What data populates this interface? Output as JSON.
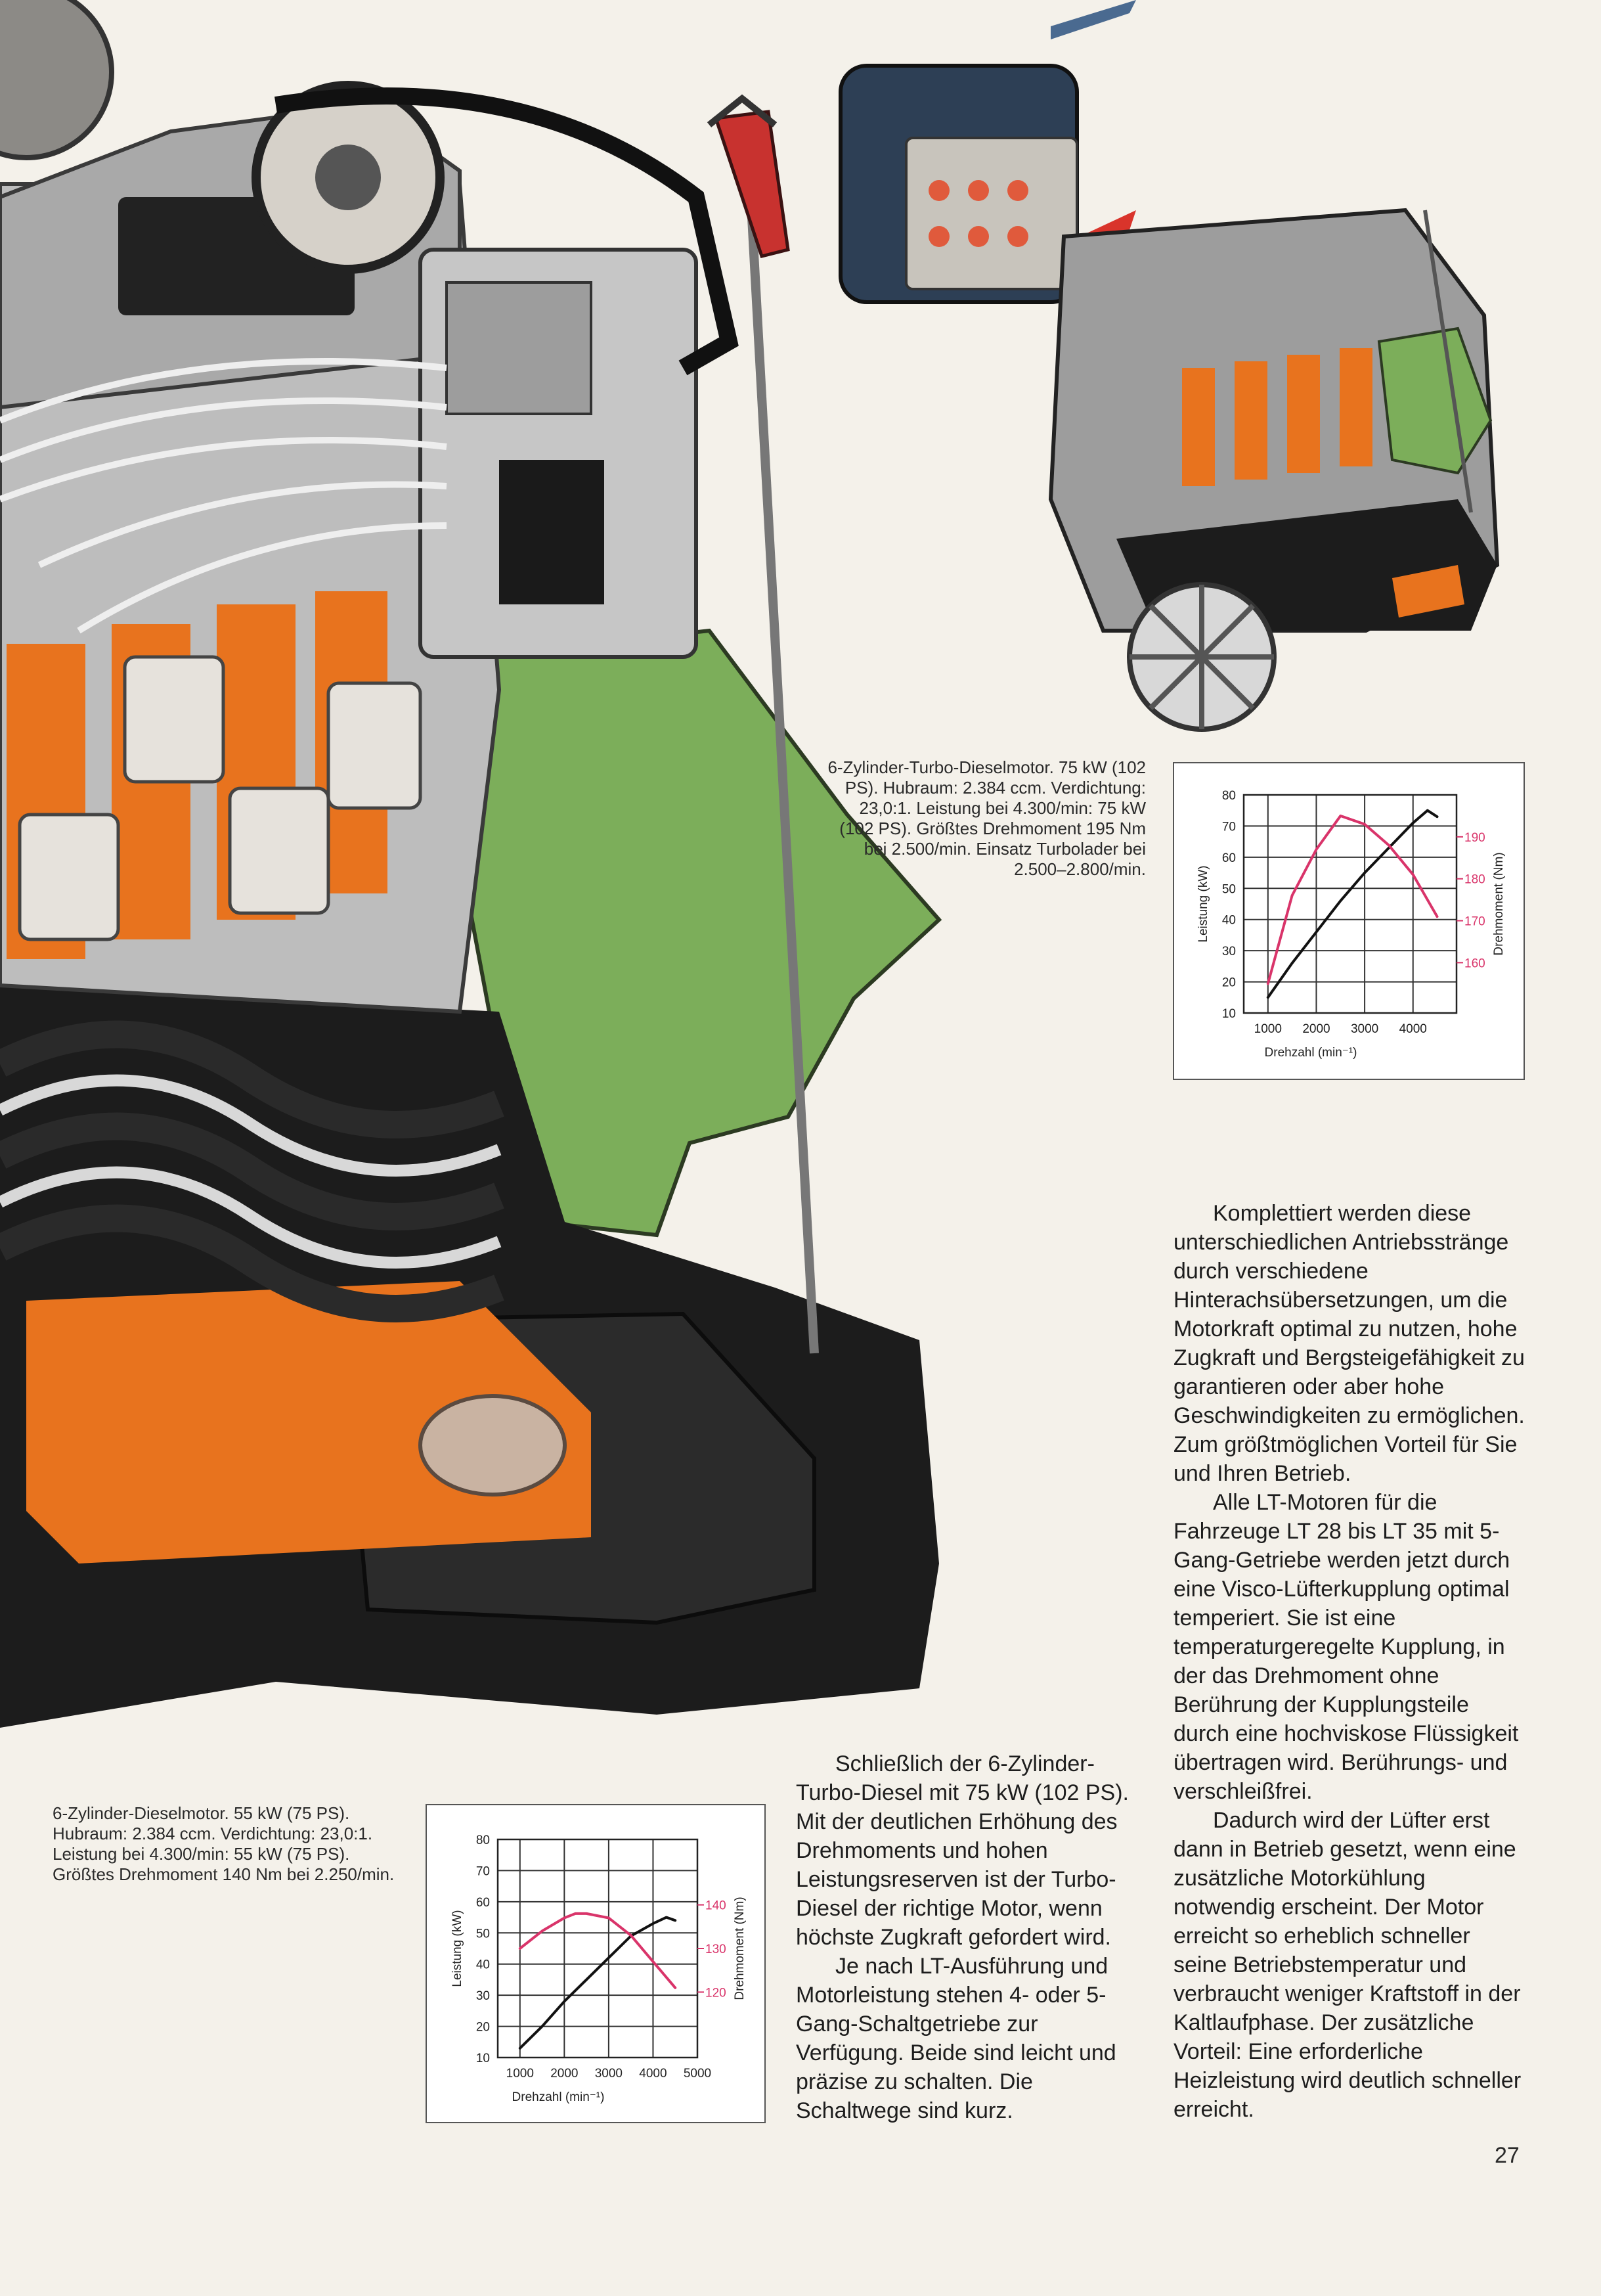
{
  "page_number": "27",
  "colors": {
    "paper": "#f4f1ea",
    "power_curve": "#111111",
    "torque_curve": "#d9346a",
    "engine_orange": "#e8731e",
    "engine_green": "#7cae5a",
    "engine_black": "#1a1a1a"
  },
  "captions": {
    "turbo": "6-Zylinder-Turbo-Dieselmotor. 75 kW (102 PS). Hubraum: 2.384 ccm. Verdichtung: 23,0:1. Leistung bei 4.300/min: 75 kW (102 PS). Größtes Drehmoment 195 Nm bei 2.500/min. Einsatz Turbolader bei 2.500–2.800/min.",
    "diesel": "6-Zylinder-Dieselmotor. 55 kW (75 PS). Hubraum: 2.384 ccm. Verdichtung: 23,0:1. Leistung bei 4.300/min: 55 kW (75 PS). Größtes Drehmoment 140 Nm bei 2.250/min."
  },
  "chart_data": [
    {
      "type": "line",
      "xlabel": "Drehzahl (min⁻¹)",
      "ylabel": "Leistung (kW)",
      "y2label": "Drehmoment (Nm)",
      "xlim": [
        500,
        4900
      ],
      "ylim": [
        10,
        80
      ],
      "x_ticks": [
        "1000",
        "2000",
        "3000",
        "4000"
      ],
      "y_ticks": [
        "10",
        "20",
        "30",
        "40",
        "50",
        "60",
        "70",
        "80"
      ],
      "y2_ticks": [
        "190",
        "180",
        "170",
        "160"
      ],
      "y2_tick_values": [
        190,
        180,
        170,
        160
      ],
      "y2_lim": [
        148,
        200
      ],
      "grid": true,
      "series": [
        {
          "axis": "left",
          "color": "#111111",
          "x": [
            1000,
            1500,
            2000,
            2500,
            3000,
            3500,
            4000,
            4300,
            4500
          ],
          "y": [
            15,
            26,
            36,
            46,
            55,
            63,
            71,
            75,
            73
          ]
        },
        {
          "axis": "right",
          "color": "#d9346a",
          "x": [
            1000,
            1500,
            2000,
            2500,
            3000,
            3500,
            4000,
            4500
          ],
          "y": [
            155,
            176,
            187,
            195,
            193,
            188,
            181,
            171
          ]
        }
      ]
    },
    {
      "type": "line",
      "xlabel": "Drehzahl (min⁻¹)",
      "ylabel": "Leistung (kW)",
      "y2label": "Drehmoment (Nm)",
      "xlim": [
        500,
        5000
      ],
      "ylim": [
        10,
        80
      ],
      "x_ticks": [
        "1000",
        "2000",
        "3000",
        "4000",
        "5000"
      ],
      "y_ticks": [
        "10",
        "20",
        "30",
        "40",
        "50",
        "60",
        "70",
        "80"
      ],
      "y2_ticks": [
        "140",
        "130",
        "120"
      ],
      "y2_tick_values": [
        140,
        130,
        120
      ],
      "y2_lim": [
        105,
        155
      ],
      "grid": true,
      "series": [
        {
          "axis": "left",
          "color": "#111111",
          "x": [
            1000,
            1500,
            2000,
            2500,
            3000,
            3500,
            4000,
            4300,
            4500
          ],
          "y": [
            13,
            20,
            28,
            35,
            42,
            49,
            53,
            55,
            54
          ]
        },
        {
          "axis": "right",
          "color": "#d9346a",
          "x": [
            1000,
            1500,
            2000,
            2250,
            2500,
            3000,
            3500,
            4000,
            4500
          ],
          "y": [
            130,
            134,
            137,
            138,
            138,
            137,
            133,
            127,
            121
          ]
        }
      ]
    }
  ],
  "text_mid": [
    "Schließlich der 6-Zylinder-Turbo-Diesel mit 75 kW (102 PS). Mit der deutlichen Erhöhung des Drehmoments und hohen Leistungsreserven ist der Turbo-Diesel der richtige Motor, wenn höchste Zugkraft gefordert wird.",
    "Je nach LT-Ausführung und Motorleistung stehen 4- oder 5-Gang-Schaltgetriebe zur Verfügung. Beide sind leicht und präzise zu schalten. Die Schaltwege sind kurz."
  ],
  "text_right": [
    "Komplettiert werden diese unterschiedlichen Antriebsstränge durch verschiedene Hinterachsübersetzungen, um die Motorkraft optimal zu nutzen, hohe Zugkraft und Bergsteigefähigkeit zu garantieren oder aber hohe Geschwindigkeiten zu ermöglichen. Zum größtmöglichen Vorteil für Sie und Ihren Betrieb.",
    "Alle LT-Motoren für die Fahrzeuge LT 28 bis LT 35 mit 5-Gang-Getriebe werden jetzt durch eine Visco-Lüfterkupplung optimal temperiert. Sie ist eine temperaturgeregelte Kupplung, in der das Drehmoment ohne Berührung der Kupplungsteile durch eine hochviskose Flüssigkeit übertragen wird. Berührungs- und verschleißfrei.",
    "Dadurch wird der Lüfter erst dann in Betrieb gesetzt, wenn eine zusätzliche Motorkühlung notwendig erscheint. Der Motor erreicht so erheblich schneller seine Betriebstemperatur und verbraucht weniger Kraftstoff in der Kaltlaufphase. Der zusätzliche Vorteil: Eine erforderliche Heizleistung wird deutlich schneller erreicht."
  ]
}
